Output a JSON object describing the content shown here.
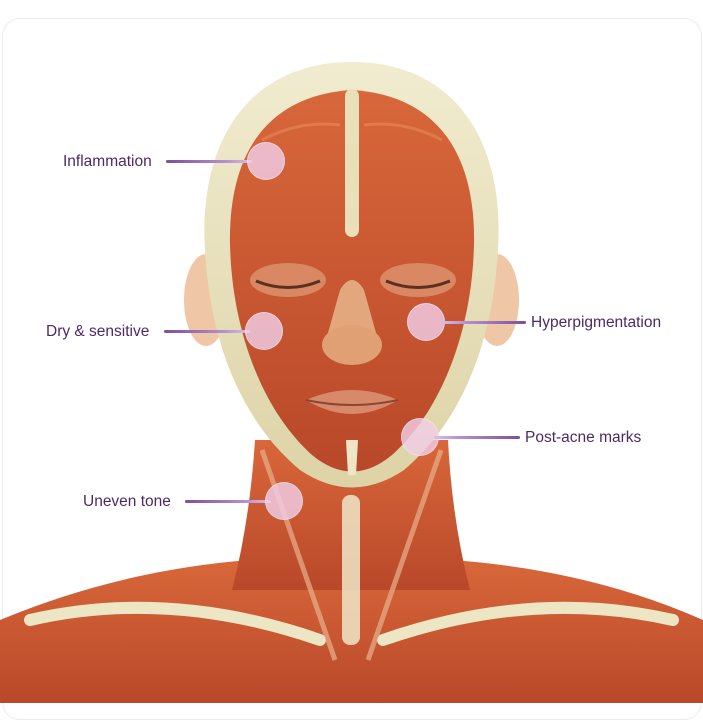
{
  "figure": {
    "image_icon": "facial-muscles-anatomy-illustration"
  },
  "colors": {
    "label_text": "#4c2a66",
    "leader": "#7c4f9b",
    "hotspot": "#f0cde6",
    "muscle": "#c8552e",
    "bone": "#ece6c4"
  },
  "labels": {
    "inflammation": "Inflammation",
    "dry_sensitive": "Dry & sensitive",
    "hyperpigmentation": "Hyperpigmentation",
    "post_acne": "Post-acne marks",
    "uneven_tone": "Uneven tone"
  }
}
